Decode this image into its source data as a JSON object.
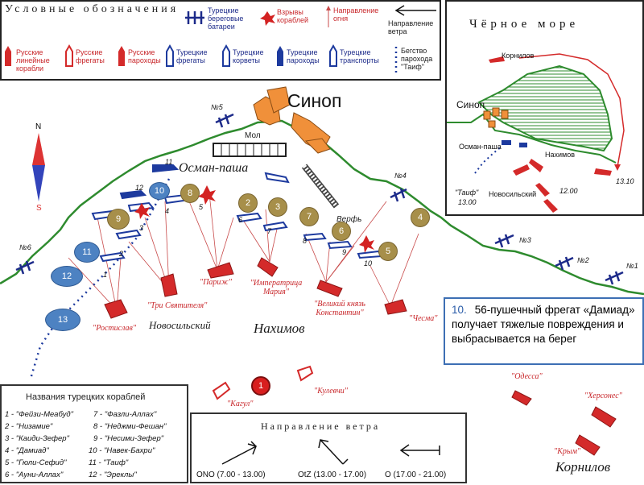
{
  "legend": {
    "title": "Условные обозначения",
    "items": [
      {
        "id": "shore",
        "label": "Турецкие береговые батареи"
      },
      {
        "id": "explosion",
        "label": "Взрывы кораблей"
      },
      {
        "id": "fire",
        "label": "Направление огня"
      },
      {
        "id": "wind",
        "label": "Направление ветра"
      },
      {
        "id": "rus_line",
        "label": "Русские линейные корабли"
      },
      {
        "id": "rus_frig",
        "label": "Русские фрегаты"
      },
      {
        "id": "rus_steam",
        "label": "Русские пароходы"
      },
      {
        "id": "tur_frig",
        "label": "Турецкие фрегаты"
      },
      {
        "id": "tur_corv",
        "label": "Турецкие корветы"
      },
      {
        "id": "tur_steam",
        "label": "Турецкие пароходы"
      },
      {
        "id": "tur_trans",
        "label": "Турецкие транспорты"
      },
      {
        "id": "taif",
        "label": "Бегство парохода \"Таиф\""
      }
    ],
    "colors": {
      "russian": "#d42a2a",
      "turkish": "#1d3a9e",
      "land": "#2e8b2e",
      "city": "#f0903a"
    }
  },
  "inset": {
    "title": "Чёрное море",
    "labels": {
      "kornilov": "Корнилов",
      "sinop": "Синоп",
      "osman": "Осман-паша",
      "nakhimov": "Нахимов",
      "taif": "\"Таиф\"",
      "taif_time": "13.00",
      "novosilsky": "Новосильский",
      "time_12": "12.00",
      "time_1310": "13.10"
    }
  },
  "map": {
    "city": "Синоп",
    "osman": "Осман-паша",
    "mol": "Мол",
    "verf": "Верфь",
    "novosilsky": "Новосильский",
    "nakhimov": "Нахимов",
    "kornilov": "Корнилов",
    "compass": {
      "n": "N",
      "s": "S"
    },
    "batteries": [
      "№1",
      "№2",
      "№3",
      "№4",
      "№5",
      "№6"
    ],
    "russian_ships": [
      "\"Ростислав\"",
      "\"Три Святителя\"",
      "\"Париж\"",
      "\"Императрица Мария\"",
      "\"Великий князь Константин\"",
      "\"Чесма\"",
      "\"Кагул\"",
      "\"Кулевчи\"",
      "\"Одесса\"",
      "\"Херсонес\"",
      "\"Крым\""
    ],
    "turkish_numbers": [
      "1",
      "2",
      "3",
      "4",
      "5",
      "6",
      "7",
      "8",
      "9",
      "10",
      "11",
      "12"
    ],
    "circle_badges": [
      "10",
      "8",
      "2",
      "3",
      "7",
      "6",
      "4",
      "5",
      "9",
      "11",
      "12",
      "13",
      "1"
    ]
  },
  "callout": {
    "number": "10.",
    "text": "56-пушечный фрегат «Дамиад» получает тяжелые повреждения и выбрасывается на берег"
  },
  "names": {
    "title": "Названия турецких кораблей",
    "left": [
      "1 - \"Фейзи-Меабуд\"",
      "2 - \"Низамие\"",
      "3 - \"Каиди-Зефер\"",
      "4 - \"Дамиад\"",
      "5 - \"Гюли-Сефид\"",
      "6 - \"Ауни-Аллах\""
    ],
    "right": [
      "7 - \"Фазли-Аллах\"",
      "8 - \"Неджми-Фешан\"",
      "9 - \"Несими-Зефер\"",
      "10 - \"Навек-Бахри\"",
      "11 - \"Таиф\"",
      "12 - \"Эреклы\""
    ]
  },
  "wind": {
    "title": "Направление ветра",
    "labels": [
      "ONO (7.00 - 13.00)",
      "OtZ (13.00 - 17.00)",
      "O (17.00 - 21.00)"
    ]
  }
}
